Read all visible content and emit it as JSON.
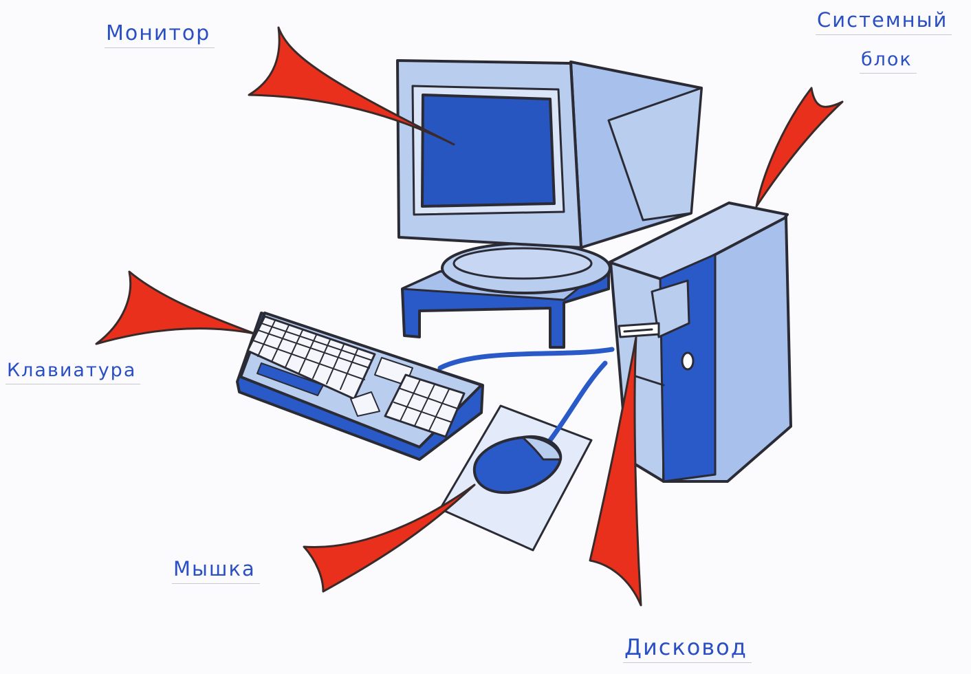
{
  "labels": {
    "monitor": "Монитор",
    "system_unit_line1": "Системный",
    "system_unit_line2": "блок",
    "keyboard": "Клавиатура",
    "mouse": "Мышка",
    "drive": "Дисковод"
  },
  "colors": {
    "label_text": "#2a4fc4",
    "arrow_fill": "#e8301c",
    "light_blue": "#b9cdef",
    "mid_blue": "#7fa0e2",
    "dark_blue": "#1f4fb8",
    "outline": "#2b2b35"
  }
}
